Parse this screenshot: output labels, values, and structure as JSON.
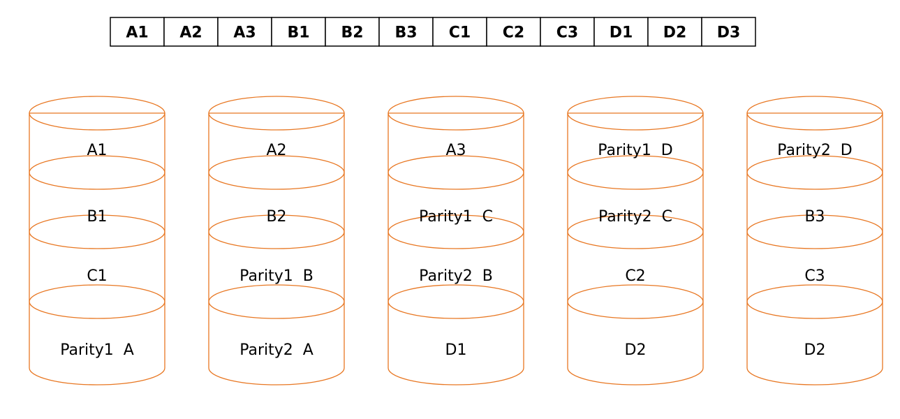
{
  "stripe_row": [
    "A1",
    "A2",
    "A3",
    "B1",
    "B2",
    "B3",
    "C1",
    "C2",
    "C3",
    "D1",
    "D2",
    "D3"
  ],
  "disks": [
    {
      "blocks": [
        "A1",
        "B1",
        "C1",
        "Parity1  A"
      ]
    },
    {
      "blocks": [
        "A2",
        "B2",
        "Parity1  B",
        "Parity2  A"
      ]
    },
    {
      "blocks": [
        "A3",
        "Parity1  C",
        "Parity2  B",
        "D1"
      ]
    },
    {
      "blocks": [
        "Parity1  D",
        "Parity2  C",
        "C2",
        "D2"
      ]
    },
    {
      "blocks": [
        "Parity2  D",
        "B3",
        "C3",
        "D2"
      ]
    }
  ],
  "colors": {
    "disk_stroke": "#E87722",
    "table_stroke": "#000000",
    "text": "#000000",
    "background": "#ffffff"
  }
}
